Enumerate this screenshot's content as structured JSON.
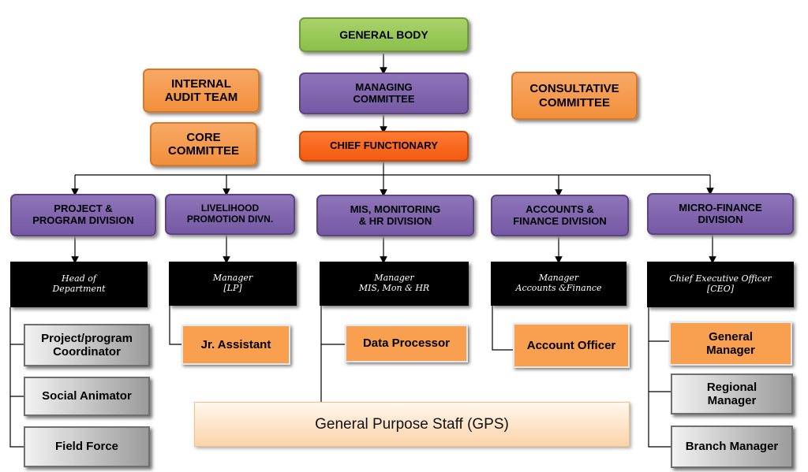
{
  "top": {
    "general_body": "GENERAL BODY",
    "managing_committee": "MANAGING\nCOMMITTEE",
    "chief_functionary": "CHIEF FUNCTIONARY"
  },
  "side": {
    "internal_audit": "INTERNAL\nAUDIT TEAM",
    "core_committee": "CORE\nCOMMITTEE",
    "consultative_committee": "CONSULTATIVE\nCOMMITTEE"
  },
  "divisions": [
    "PROJECT &\nPROGRAM DIVISION",
    "LIVELIHOOD\nPROMOTION DIVN.",
    "MIS, MONITORING\n& HR DIVISION",
    "ACCOUNTS &\nFINANCE DIVISION",
    "MICRO-FINANCE\nDIVISION"
  ],
  "heads": [
    "Head of\nDepartment",
    "Manager\n[LP]",
    "Manager\nMIS, Mon & HR",
    "Manager\nAccounts &Finance",
    "Chief Executive Officer\n[CEO]"
  ],
  "staff": {
    "project_coordinator": "Project/program\nCoordinator",
    "social_animator": "Social Animator",
    "field_force": "Field Force",
    "jr_assistant": "Jr. Assistant",
    "data_processor": "Data Processor",
    "account_officer": "Account Officer",
    "general_manager": "General\nManager",
    "regional_manager": "Regional\nManager",
    "branch_manager": "Branch Manager"
  },
  "gps": "General Purpose Staff (GPS)"
}
